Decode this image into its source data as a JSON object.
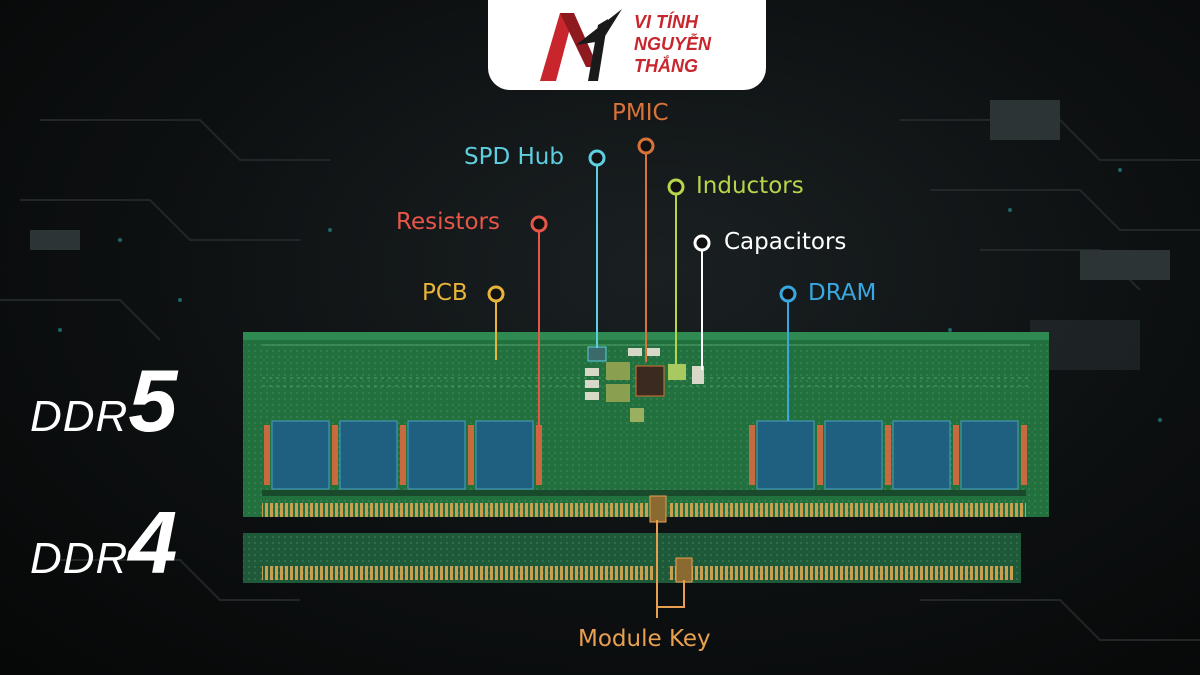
{
  "logo": {
    "line1": "VI TÍNH",
    "line2": "NGUYỄN",
    "line3": "THẮNG",
    "color": "#c8252d"
  },
  "modules": {
    "ddr5": {
      "prefix": "DDR",
      "number": "5"
    },
    "ddr4": {
      "prefix": "DDR",
      "number": "4"
    }
  },
  "labels": [
    {
      "id": "pmic",
      "text": "PMIC",
      "color": "#d9733a"
    },
    {
      "id": "spd-hub",
      "text": "SPD Hub",
      "color": "#5ecfe0"
    },
    {
      "id": "inductors",
      "text": "Inductors",
      "color": "#b6d64a"
    },
    {
      "id": "resistors",
      "text": "Resistors",
      "color": "#e8564a"
    },
    {
      "id": "capacitors",
      "text": "Capacitors",
      "color": "#ffffff"
    },
    {
      "id": "pcb",
      "text": "PCB",
      "color": "#e8b53a"
    },
    {
      "id": "dram",
      "text": "DRAM",
      "color": "#3aa8e0"
    },
    {
      "id": "module-key",
      "text": "Module Key",
      "color": "#e8a050"
    }
  ]
}
